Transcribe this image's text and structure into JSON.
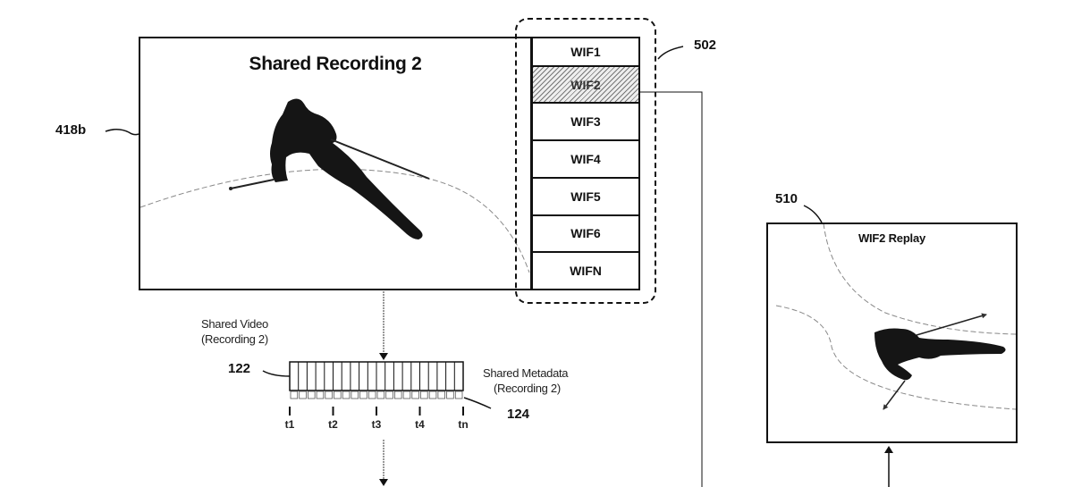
{
  "diagram": {
    "main_panel": {
      "ref": "418b",
      "title": "Shared Recording 2"
    },
    "wif_group": {
      "ref": "502",
      "items": [
        {
          "label": "WIF1",
          "selected": false
        },
        {
          "label": "WIF2",
          "selected": true
        },
        {
          "label": "WIF3",
          "selected": false
        },
        {
          "label": "WIF4",
          "selected": false
        },
        {
          "label": "WIF5",
          "selected": false
        },
        {
          "label": "WIF6",
          "selected": false
        },
        {
          "label": "WIFN",
          "selected": false
        }
      ]
    },
    "replay_panel": {
      "ref": "510",
      "title": "WIF2 Replay"
    },
    "shared_video": {
      "ref": "122",
      "caption_line1": "Shared Video",
      "caption_line2": "(Recording 2)"
    },
    "shared_metadata": {
      "ref": "124",
      "caption_line1": "Shared Metadata",
      "caption_line2": "(Recording 2)"
    },
    "timeline": {
      "ticks": [
        "t1",
        "t2",
        "t3",
        "t4",
        "tn"
      ]
    },
    "colors": {
      "line": "#111111",
      "hatch": "#777777",
      "background": "#ffffff"
    }
  }
}
